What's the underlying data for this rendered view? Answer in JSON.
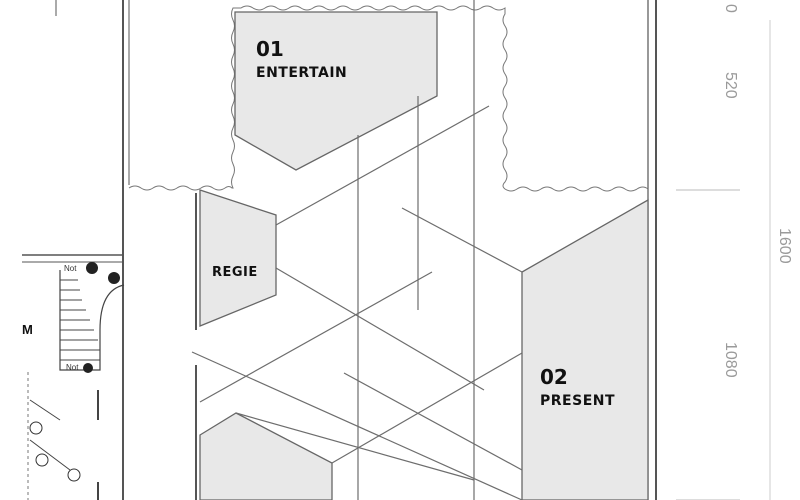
{
  "zones": {
    "z1": {
      "number": "01",
      "name": "ENTERTAIN"
    },
    "z2": {
      "number": "02",
      "name": "PRESENT"
    },
    "regie": {
      "name": "REGIE"
    }
  },
  "dimensions": {
    "d520": "520",
    "d1600": "1600",
    "d1080": "1080",
    "d_top": "0"
  },
  "stair_labels": {
    "not_top": "Not",
    "not_bottom": "Not",
    "m": "M"
  },
  "colors": {
    "zone_fill": "#e8e8e8",
    "line": "#6d6d6d",
    "dimension_text": "#9a9a9a"
  }
}
